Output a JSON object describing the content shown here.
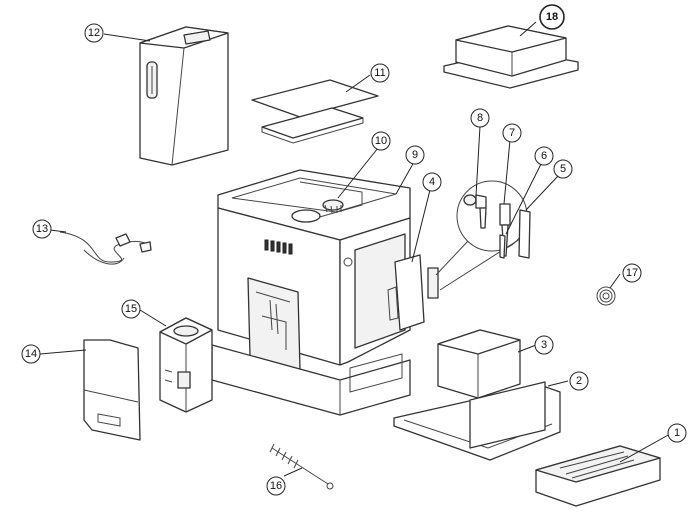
{
  "callouts": [
    {
      "id": "c1",
      "label": "1"
    },
    {
      "id": "c2",
      "label": "2"
    },
    {
      "id": "c3",
      "label": "3"
    },
    {
      "id": "c4",
      "label": "4"
    },
    {
      "id": "c5",
      "label": "5"
    },
    {
      "id": "c6",
      "label": "6"
    },
    {
      "id": "c7",
      "label": "7"
    },
    {
      "id": "c8",
      "label": "8"
    },
    {
      "id": "c9",
      "label": "9"
    },
    {
      "id": "c10",
      "label": "10"
    },
    {
      "id": "c11",
      "label": "11"
    },
    {
      "id": "c12",
      "label": "12"
    },
    {
      "id": "c13",
      "label": "13"
    },
    {
      "id": "c14",
      "label": "14"
    },
    {
      "id": "c15",
      "label": "15"
    },
    {
      "id": "c16",
      "label": "16"
    },
    {
      "id": "c17",
      "label": "17"
    },
    {
      "id": "c18",
      "label": "18"
    }
  ],
  "colors": {
    "line": "#333333",
    "background": "#ffffff"
  }
}
